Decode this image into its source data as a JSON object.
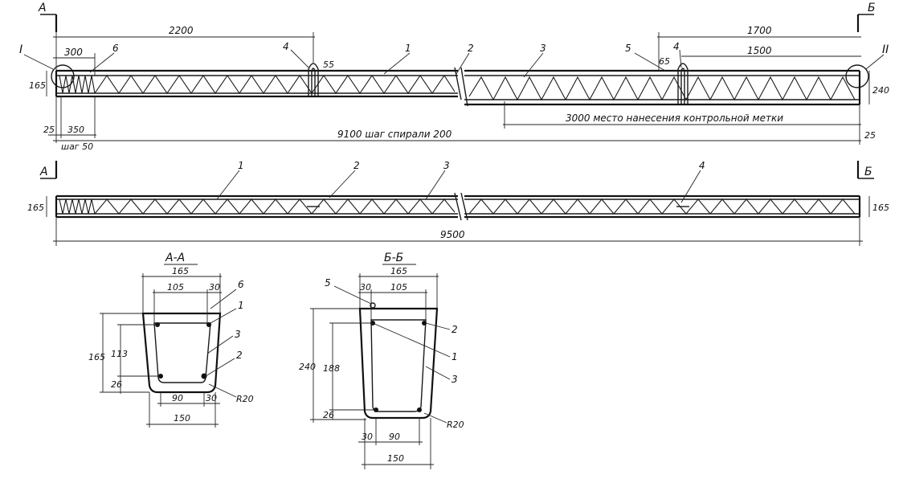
{
  "sections": {
    "a_left": "А",
    "b_right": "Б",
    "a_left_2": "А",
    "b_right_2": "Б",
    "node_1": "I",
    "node_2": "II"
  },
  "top": {
    "dim_2200": "2200",
    "dim_300": "300",
    "dim_1700": "1700",
    "dim_1500": "1500",
    "dim_165": "165",
    "dim_240": "240",
    "dim_55": "55",
    "dim_65": "65",
    "dim_25": "25",
    "dim_350": "350",
    "step_50": "шаг 50",
    "dim_9100": "9100  шаг спирали 200",
    "dim_3000": "3000 место нанесения контрольной метки",
    "dim_25_right": "25",
    "lbl_1": "1",
    "lbl_2": "2",
    "lbl_3": "3",
    "lbl_4": "4",
    "lbl_4b": "4",
    "lbl_5": "5",
    "lbl_6": "6"
  },
  "plan": {
    "lbl_1": "1",
    "lbl_2": "2",
    "lbl_3": "3",
    "lbl_4": "4",
    "dim_165_left": "165",
    "dim_165_right": "165",
    "dim_9500": "9500"
  },
  "section_aa": {
    "title": "А-А",
    "dim_165_top": "165",
    "dim_105": "105",
    "dim_30": "30",
    "dim_165_side": "165",
    "dim_113": "113",
    "dim_26": "26",
    "dim_90": "90",
    "dim_30b": "30",
    "dim_150": "150",
    "r20": "R20",
    "lbl_6": "6",
    "lbl_1": "1",
    "lbl_3": "3",
    "lbl_2": "2"
  },
  "section_bb": {
    "title": "Б-Б",
    "dim_165_top": "165",
    "dim_30": "30",
    "dim_105": "105",
    "dim_240": "240",
    "dim_188": "188",
    "dim_26": "26",
    "dim_30b": "30",
    "dim_90": "90",
    "dim_150": "150",
    "r20": "R20",
    "lbl_5": "5",
    "lbl_2": "2",
    "lbl_1": "1",
    "lbl_3": "3"
  }
}
